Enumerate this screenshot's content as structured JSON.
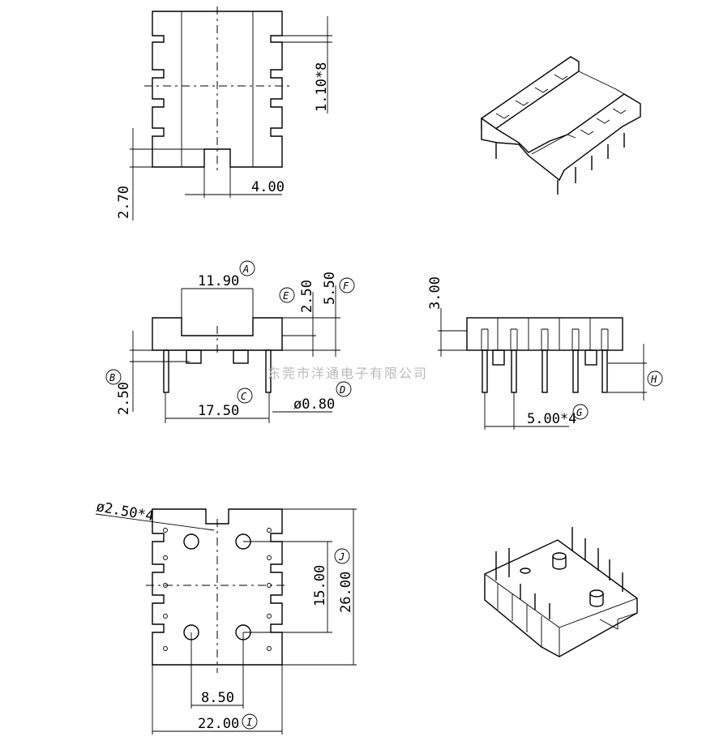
{
  "dimensions": {
    "slot_pitch": "1.10*8",
    "notch_depth": "2.70",
    "notch_width": "4.00",
    "center_width": "11.90",
    "height_e": "2.50",
    "height_f": "5.50",
    "pin_length": "2.50",
    "row_spacing": "17.50",
    "pin_dia": "ø0.80",
    "top_height": "3.00",
    "pin_pitch": "5.00*4",
    "hole_dia": "ø2.50*4",
    "hole_span_v": "15.00",
    "body_length": "26.00",
    "hole_span_h": "8.50",
    "body_width": "22.00"
  },
  "labels": [
    "A",
    "B",
    "C",
    "D",
    "E",
    "F",
    "G",
    "H",
    "I",
    "J"
  ],
  "watermark": "东莞市洋通电子有限公司"
}
